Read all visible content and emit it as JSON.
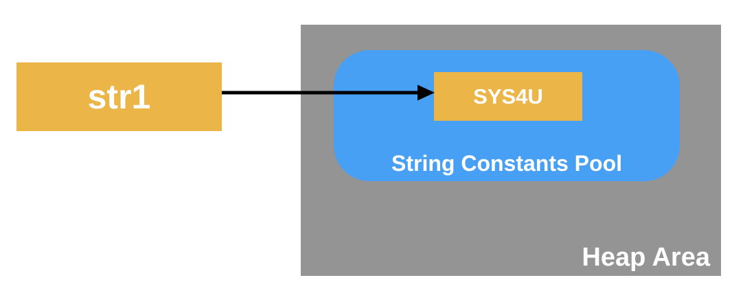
{
  "diagram": {
    "variable": {
      "label": "str1"
    },
    "literal": {
      "label": "SYS4U"
    },
    "pool": {
      "label": "String Constants Pool"
    },
    "heap": {
      "label": "Heap Area"
    },
    "colors": {
      "box_yellow": "#EBB548",
      "pool_blue": "#47A0F4",
      "heap_gray": "#949494",
      "text_white": "#FFFFFF",
      "arrow_black": "#000000",
      "background": "#FFFFFF"
    }
  }
}
